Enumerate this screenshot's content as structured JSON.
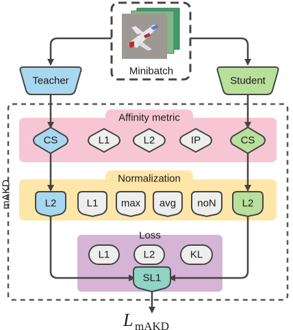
{
  "minibatch": {
    "label": "Minibatch"
  },
  "teacher": {
    "label": "Teacher",
    "color": "#a8d8ef"
  },
  "student": {
    "label": "Student",
    "color": "#b9e09a"
  },
  "makd_side_label": "mAKD",
  "affinity": {
    "title": "Affinity metric",
    "band_color": "#f7c6d4",
    "teacher_node": "CS",
    "student_node": "CS",
    "options": [
      "L1",
      "L2",
      "IP"
    ]
  },
  "normalization": {
    "title": "Normalization",
    "band_color": "#fde6a8",
    "teacher_node": "L2",
    "student_node": "L2",
    "options": [
      "L1",
      "max",
      "avg",
      "noN"
    ]
  },
  "loss": {
    "title": "Loss",
    "band_color": "#d6b4d6",
    "options": [
      "L1",
      "L2",
      "KL"
    ],
    "output_node": "SL1"
  },
  "output": {
    "main": "L",
    "subscript": "mAKD"
  },
  "colors": {
    "neutral_node": "#eeeeee",
    "stroke": "#444444",
    "dashed": "#555555"
  }
}
